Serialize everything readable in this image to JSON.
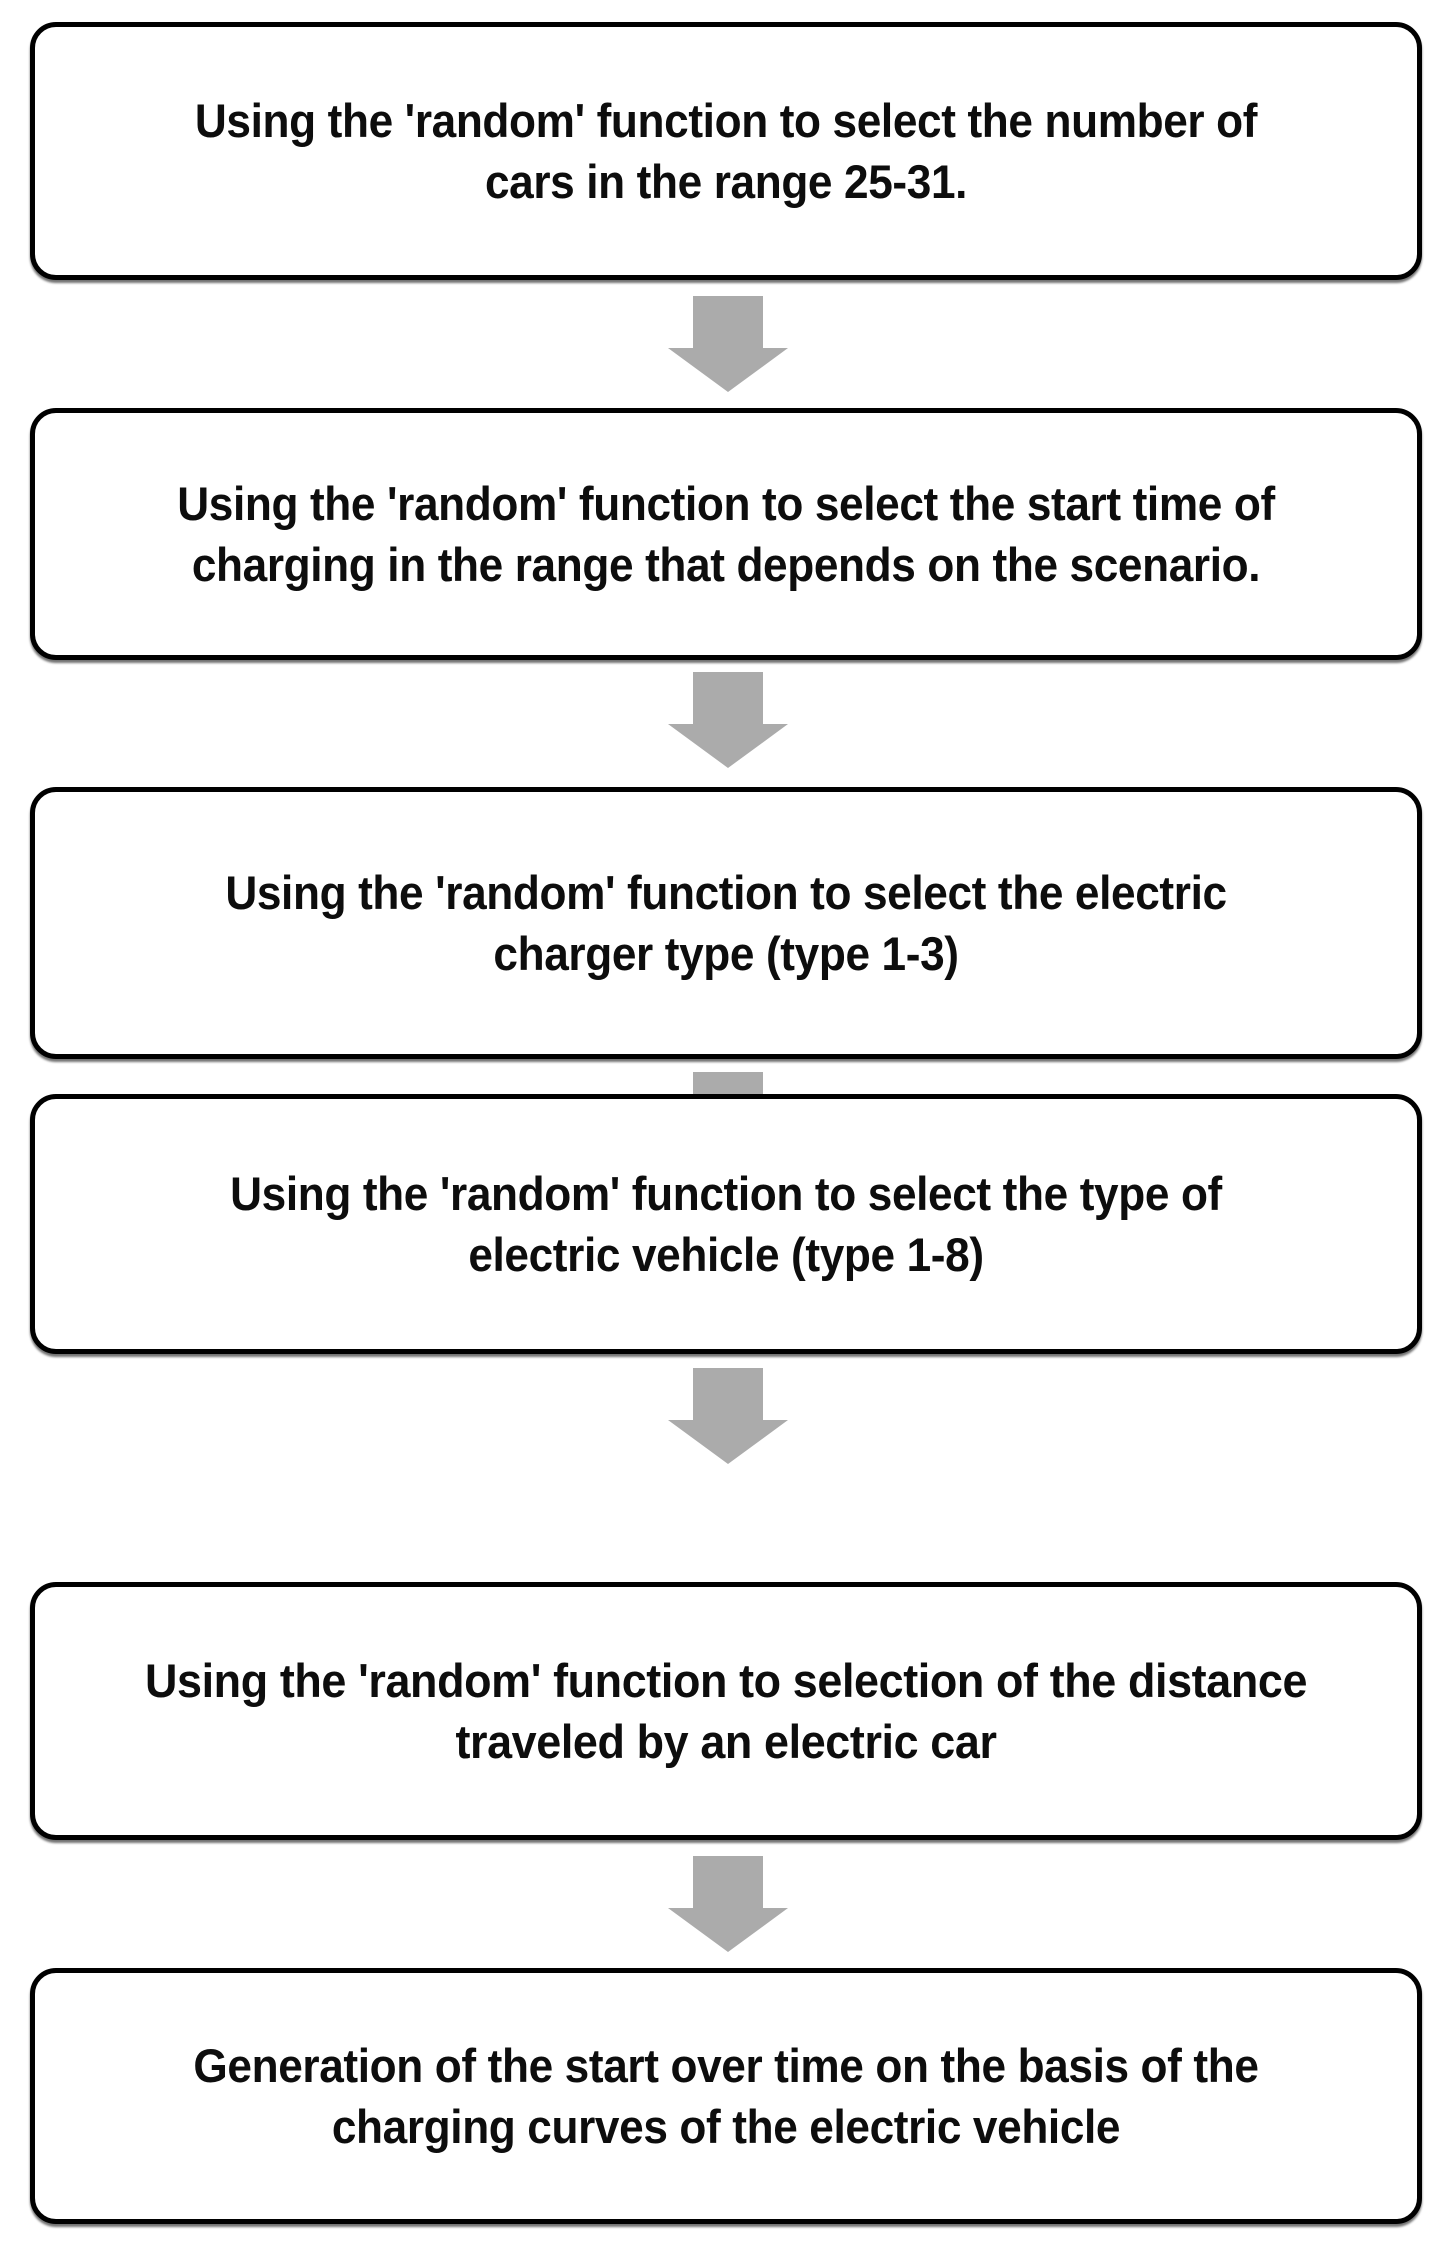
{
  "diagram": {
    "type": "flowchart",
    "orientation": "vertical-top-to-bottom",
    "node_shape": "rounded-rectangle",
    "connector": "down-arrow",
    "colors": {
      "node_border": "#000000",
      "node_fill": "#FFFFFF",
      "node_text": "#0D0D0D",
      "arrow_fill": "#ABABAB",
      "background": "#FFFFFF"
    },
    "nodes": [
      {
        "id": "node-1",
        "step": 1,
        "text": "Using the 'random' function to select the number of\ncars in the range 25-31.",
        "line_1": "Using the 'random' function to select the number of",
        "line_2": "cars in the range 25-31."
      },
      {
        "id": "node-2",
        "step": 2,
        "text": "Using the 'random' function to select the start time of\ncharging in the range that depends on the scenario.",
        "line_1": "Using the 'random' function to select the start time of",
        "line_2": "charging in the range that depends on the scenario."
      },
      {
        "id": "node-3",
        "step": 3,
        "text": "Using the 'random' function to select the electric\ncharger type (type 1-3)",
        "line_1": "Using the 'random' function to select the electric",
        "line_2": "charger type (type 1-3)"
      },
      {
        "id": "node-4",
        "step": 4,
        "text": "Using the 'random' function to select the type of\nelectric vehicle (type 1-8)",
        "line_1": "Using the 'random' function to select the type of",
        "line_2": "electric vehicle (type 1-8)"
      },
      {
        "id": "node-5",
        "step": 5,
        "text": "Using the 'random' function to selection of the distance\ntraveled by an electric car",
        "line_1": "Using the 'random' function to selection of the distance",
        "line_2": "traveled by an electric car"
      },
      {
        "id": "node-6",
        "step": 6,
        "text": "Generation of the start over time on the basis of the\ncharging curves of the electric vehicle",
        "line_1": "Generation of the start over time on the basis of the",
        "line_2": "charging curves of the electric vehicle"
      }
    ],
    "edges": [
      {
        "id": "arrow-1",
        "from": "node-1",
        "to": "node-2",
        "label": ""
      },
      {
        "id": "arrow-2",
        "from": "node-2",
        "to": "node-3",
        "label": ""
      },
      {
        "id": "arrow-3",
        "from": "node-3",
        "to": "node-4",
        "label": ""
      },
      {
        "id": "arrow-4",
        "from": "node-4",
        "to": "node-5",
        "label": ""
      },
      {
        "id": "arrow-5",
        "from": "node-5",
        "to": "node-6",
        "label": ""
      }
    ]
  }
}
